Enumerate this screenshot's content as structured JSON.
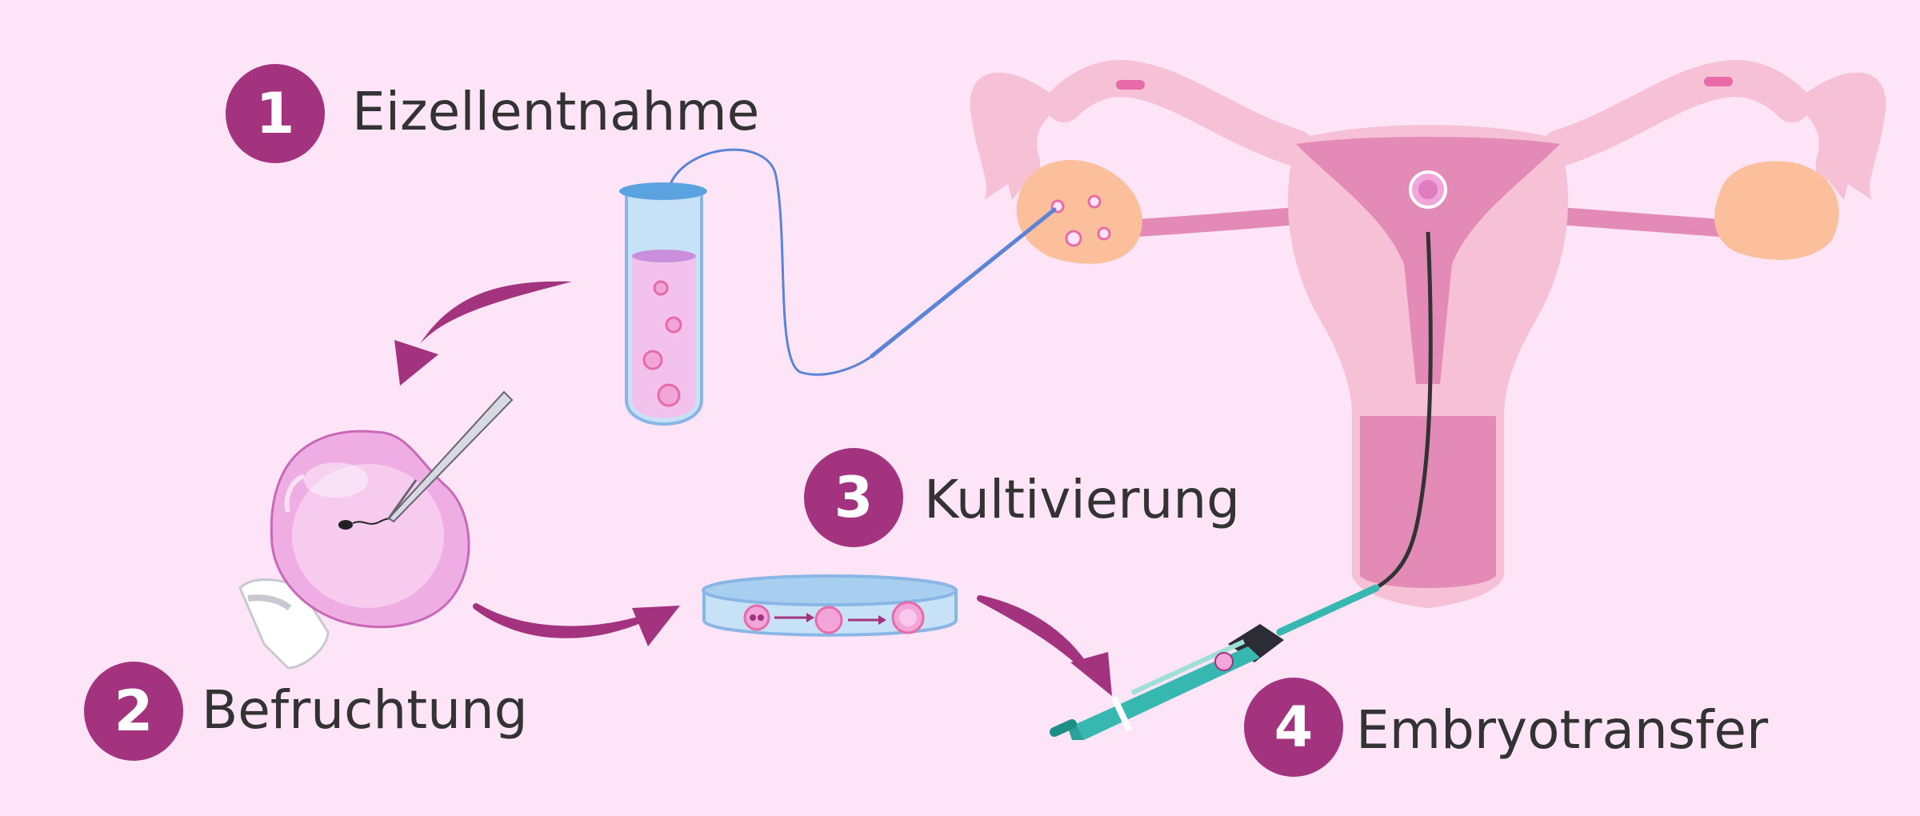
{
  "colors": {
    "background": "#fde4f6",
    "badge": "#a3327f",
    "badge_text": "#ffffff",
    "label_text": "#333333",
    "arrow": "#a3327f",
    "uterus": "#f6c1d4",
    "uterus_inner": "#e48ab6",
    "ovary": "#fbbf9c",
    "test_tube_liquid": "#f2c2ec",
    "dish": "#a9cff0",
    "syringe": "#36b7b0"
  },
  "steps": [
    {
      "number": "1",
      "label": "Eizellentnahme"
    },
    {
      "number": "2",
      "label": "Befruchtung"
    },
    {
      "number": "3",
      "label": "Kultivierung"
    },
    {
      "number": "4",
      "label": "Embryotransfer"
    }
  ],
  "icons": [
    "test-tube-icon",
    "egg-cell-icon",
    "micro-needle-icon",
    "petri-dish-icon",
    "uterus-icon",
    "syringe-icon",
    "catheter-icon"
  ]
}
